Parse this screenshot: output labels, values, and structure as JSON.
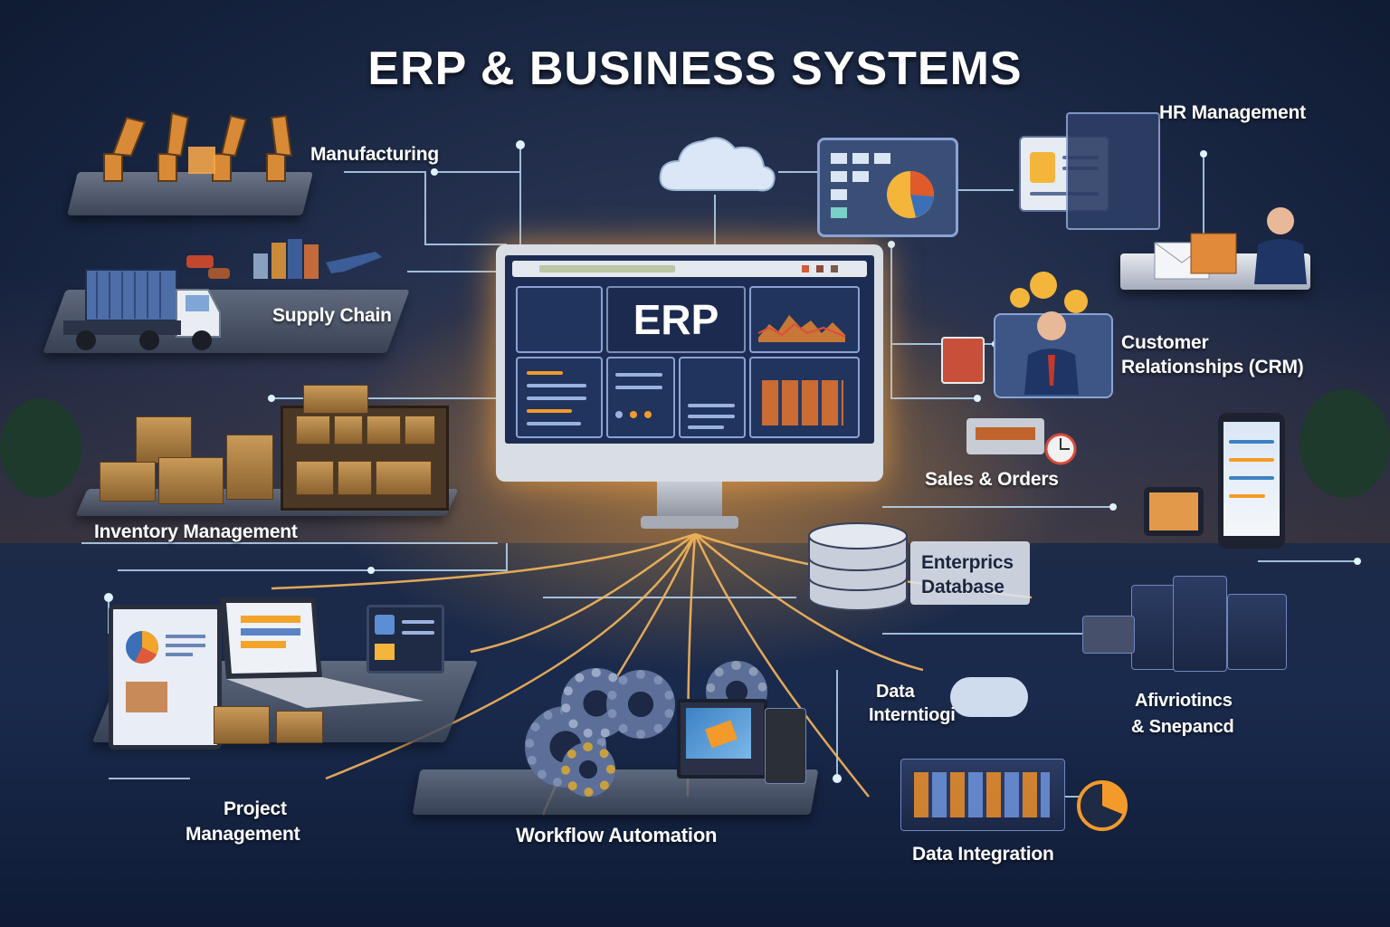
{
  "title": "ERP & BUSINESS SYSTEMS",
  "center": {
    "monitor_text": "ERP"
  },
  "modules": {
    "manufacturing": "Manufacturing",
    "supply_chain": "Supply Chain",
    "inventory": "Inventory Management",
    "project_line1": "Project",
    "project_line2": "Management",
    "workflow": "Workflow Automation",
    "data_integration_bottom": "Data Integration",
    "data_interteg_line1": "Data",
    "data_interteg_line2": "Interntiogi",
    "analytics_line1": "Afivriotincs",
    "analytics_line2": "& Snepancd",
    "enterprise_line1": "Enterprics",
    "enterprise_line2": "Database",
    "sales": "Sales & Orders",
    "crm_line1": "Customer",
    "crm_line2": "Relationships (CRM)",
    "hr": "HR Management"
  },
  "colors": {
    "accent_orange": "#f39a2a",
    "glow_blue": "#8fd0ff",
    "navy": "#172440"
  },
  "icons": [
    "cloud-icon",
    "database-icon",
    "gear-icon",
    "pie-chart-icon",
    "truck-icon",
    "robot-arm-icon",
    "server-rack-icon",
    "mobile-phone-icon",
    "laptop-icon",
    "person-icon"
  ]
}
